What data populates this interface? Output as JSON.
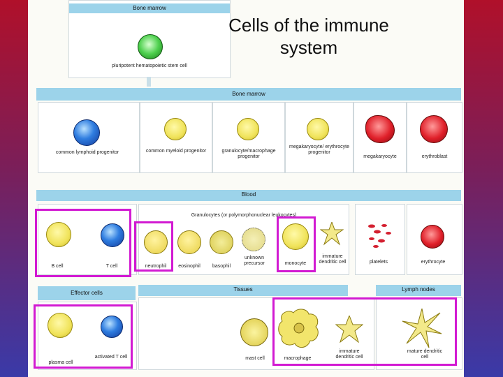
{
  "title": "Cells of the immune system",
  "labels": {
    "bm_top": "Bone marrow",
    "stem": "pluripotent hematopoietic stem cell",
    "bm_band": "Bone marrow",
    "common_lymphoid": "common lymphoid progenitor",
    "common_myeloid": "common myeloid progenitor",
    "gm_prog": "granulocyte/macrophage progenitor",
    "mega_ery": "megakaryocyte/ erythrocyte progenitor",
    "megakaryocyte": "megakaryocyte",
    "erythroblast": "erythroblast",
    "blood": "Blood",
    "granulocytes": "Granulocytes (or polymorphonuclear leukocytes)",
    "b_cell": "B cell",
    "t_cell": "T cell",
    "neutrophil": "neutrophil",
    "eosinophil": "eosinophil",
    "basophil": "basophil",
    "unknown_precursor": "unknown precursor",
    "monocyte": "monocyte",
    "immature_dc": "immature dendritic cell",
    "platelets": "platelets",
    "erythrocyte": "erythrocyte",
    "effector": "Effector cells",
    "tissues": "Tissues",
    "lymph_nodes": "Lymph nodes",
    "plasma_cell": "plasma cell",
    "activated_t": "activated T cell",
    "mast_cell": "mast cell",
    "macrophage": "macrophage",
    "immature_dc2": "immature dendritic cell",
    "mature_dc": "mature dendritic cell"
  },
  "colors": {
    "highlight": "#d21ad2",
    "band": "#9cd3ea"
  }
}
